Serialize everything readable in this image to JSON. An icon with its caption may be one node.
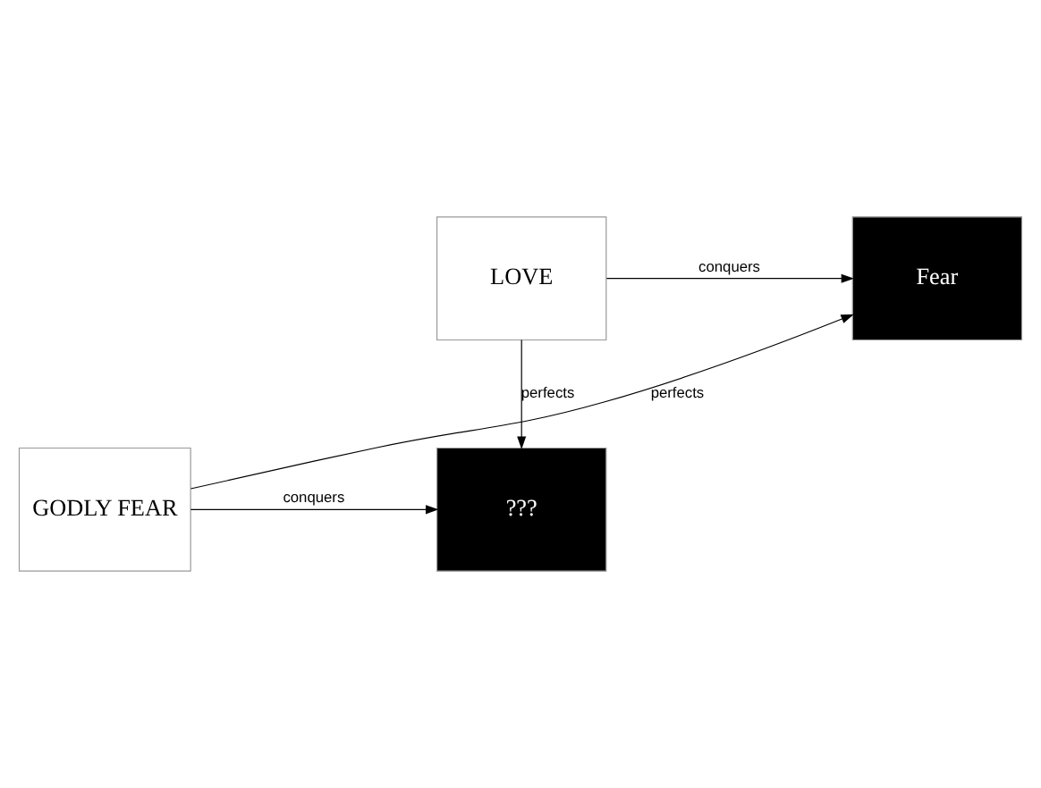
{
  "diagram": {
    "nodes": [
      {
        "text": [
          "LOVE"
        ]
      },
      {
        "text": [
          "Fear"
        ]
      },
      {
        "text": [
          "???"
        ]
      },
      {
        "text": [
          "GODLY FEAR"
        ]
      }
    ],
    "edges": [
      {
        "from": 0,
        "to": 1,
        "arrow": "to",
        "label": "conquers"
      },
      {
        "from": 0,
        "to": 2,
        "arrow": "to",
        "label": "perfects"
      },
      {
        "from": 3,
        "to": 1,
        "arrow": "to",
        "label": "perfects"
      },
      {
        "from": 3,
        "to": 2,
        "arrow": "to",
        "label": "conquers"
      }
    ]
  }
}
